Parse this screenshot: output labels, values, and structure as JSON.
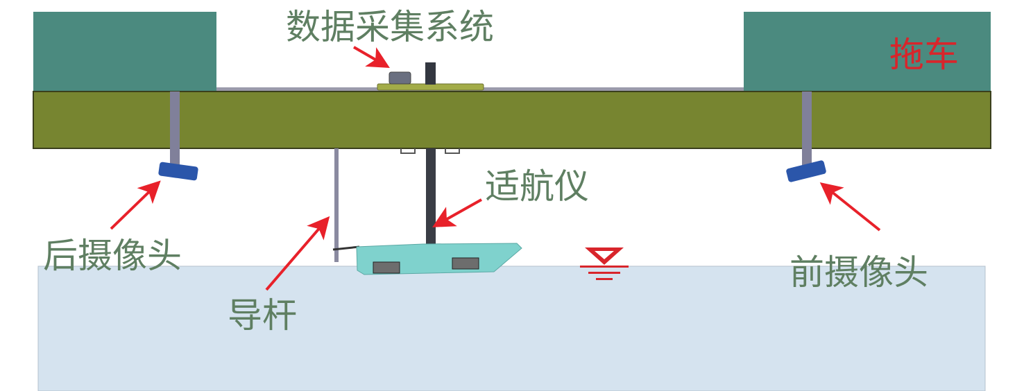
{
  "labels": {
    "data_system": "数据采集系统",
    "tow_carriage": "拖车",
    "seakeeping_model": "适航仪",
    "rear_camera": "后摄像头",
    "guide_rod": "导杆",
    "front_camera": "前摄像头"
  },
  "colors": {
    "carriage_block": "#4b8a7f",
    "beam": "#778530",
    "water": "#d5e3ef",
    "model": "#7fd2cd",
    "camera": "#2b56aa",
    "arrow": "#e8212a",
    "label_text": "#5f7f62"
  }
}
